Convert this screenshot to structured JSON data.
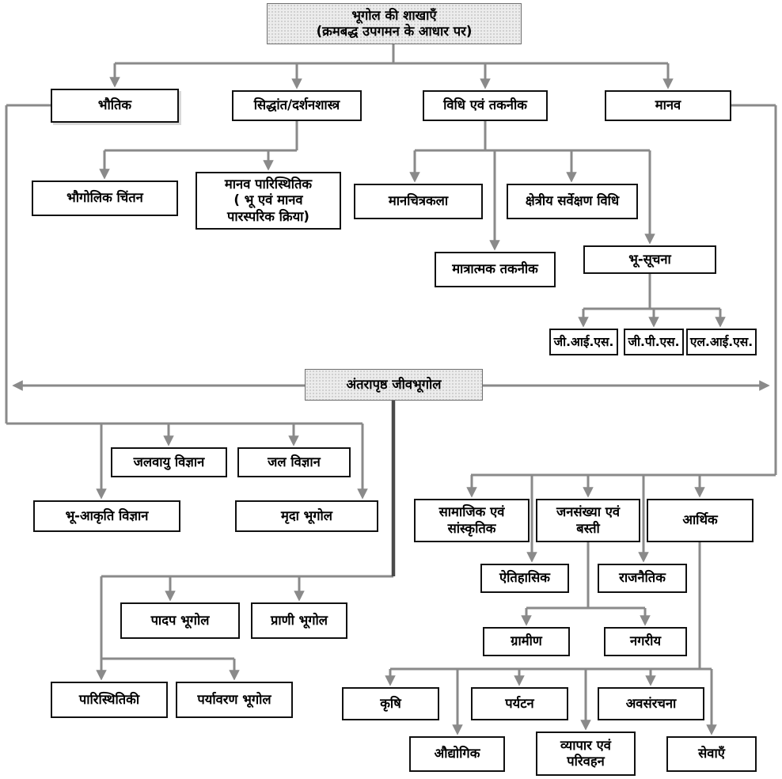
{
  "root": "भूगोल की शाखाएँ\n(क्रमबद्ध उपगमन के आधार पर)",
  "level1": {
    "physical": "भौतिक",
    "theory": "सिद्धांत/दर्शनशास्त्र",
    "methods": "विधि एवं तकनीक",
    "human": "मानव"
  },
  "theory_branch": {
    "geographical_thought": "भौगोलिक चिंतन",
    "human_ecology": "मानव पारिस्थितिक\n( भू एवं मानव\nपारस्परिक क्रिया)"
  },
  "methods_branch": {
    "cartography": "मानचित्रकला",
    "field_survey": "क्षेत्रीय सर्वेक्षण विधि",
    "quantitative": "मात्रात्मक तकनीक",
    "geo_information": "भू-सूचना",
    "gis": "जी.आई.एस.",
    "gps": "जी.पी.एस.",
    "lis": "एल.आई.एस."
  },
  "interface_label": "अंतरापृष्ठ जीवभूगोल",
  "physical_branch": {
    "climatology": "जलवायु विज्ञान",
    "hydrology": "जल विज्ञान",
    "geomorphology": "भू-आकृति विज्ञान",
    "soil_geography": "मृदा भूगोल",
    "plant_geography": "पादप भूगोल",
    "animal_geography": "प्राणी भूगोल",
    "ecology": "पारिस्थितिकी",
    "environmental_geography": "पर्यावरण भूगोल"
  },
  "human_branch": {
    "social_cultural": "सामाजिक एवं\nसांस्कृतिक",
    "population_settlement": "जनसंख्या एवं\nबस्ती",
    "economic": "आर्थिक",
    "historical": "ऐतिहासिक",
    "political": "राजनैतिक",
    "rural": "ग्रामीण",
    "urban": "नगरीय",
    "agriculture": "कृषि",
    "tourism": "पर्यटन",
    "infrastructure": "अवसंरचना",
    "industrial": "औद्योगिक",
    "trade_transport": "व्यापार एवं\nपरिवहन",
    "services": "सेवाएँ"
  },
  "colors": {
    "connector_line": "#8a8a8a",
    "biogeography_line": "#4a4a4a",
    "box_border": "#111111",
    "shaded_box_bg": "#ececec"
  }
}
